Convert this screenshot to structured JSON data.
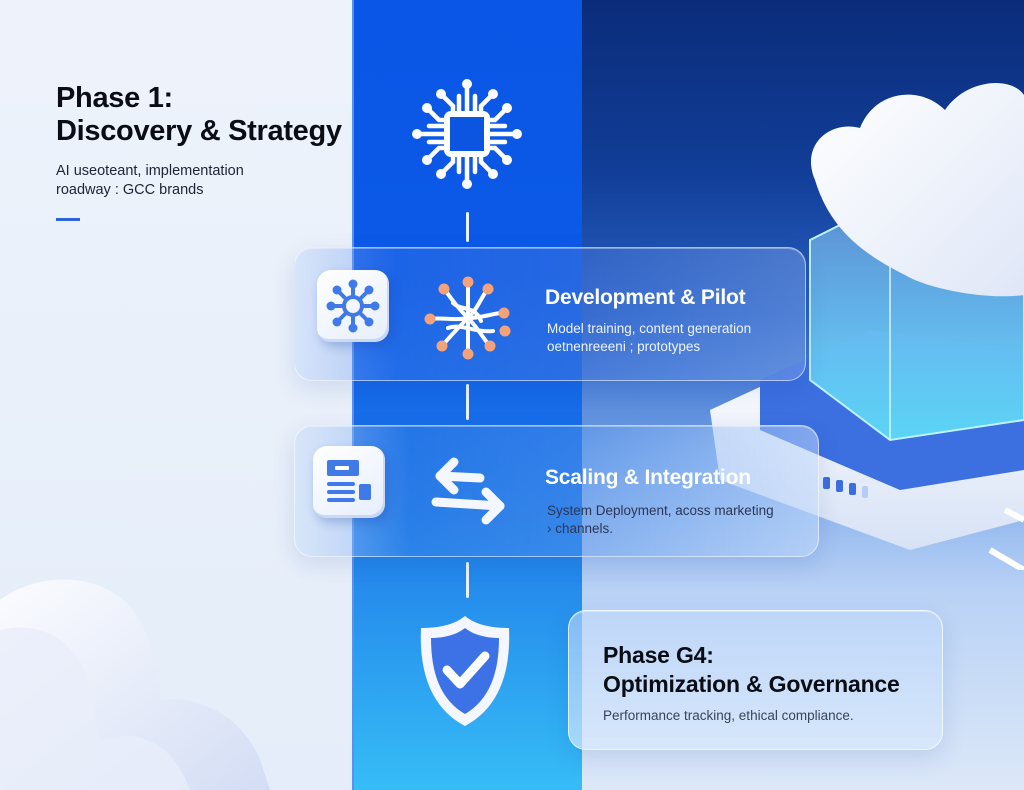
{
  "intro": {
    "title_line1": "Phase 1:",
    "title_line2": "Discovery & Strategy",
    "desc_line1": "AI useoteant, implementation",
    "desc_line2": "roadway : GCC brands"
  },
  "phases": [
    {
      "title": "Development & Pilot",
      "desc_line1": "Model training, content generation",
      "desc_line2": "oetnenreeeni ; prototypes",
      "tile_icon": "network-hub-icon",
      "main_icon": "neural-network-icon"
    },
    {
      "title": "Scaling & Integration",
      "desc_line1": "System Deployment, acoss marketing",
      "desc_line2": "› channels.",
      "tile_icon": "document-icon",
      "main_icon": "swap-arrows-icon"
    },
    {
      "title_line1": "Phase G4:",
      "title_line2": "Optimization & Governance",
      "desc": "Performance tracking, ethical compliance.",
      "main_icon": "shield-check-icon"
    }
  ],
  "top_icon": "cpu-chip-icon",
  "colors": {
    "column_blue": "#0c5ae8",
    "column_bottom": "#36bdf6",
    "navy": "#0b2c7a",
    "accent_bar": "#2f63d9",
    "node_orange": "#f4a27a",
    "icon_blue": "#3f7ae8"
  }
}
